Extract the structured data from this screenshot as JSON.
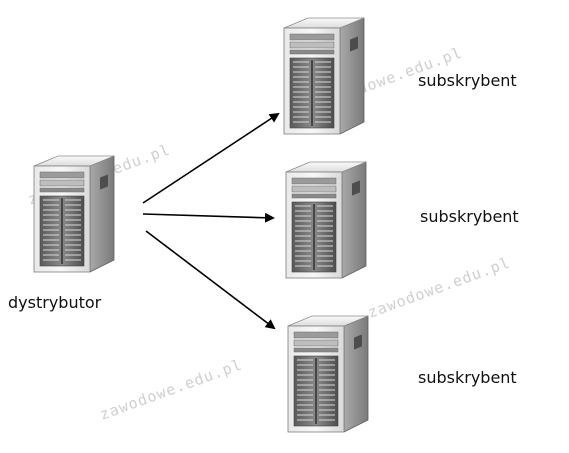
{
  "diagram": {
    "distributor_label": "dystrybutor",
    "subscribers": [
      {
        "label": "subskrybent"
      },
      {
        "label": "subskrybent"
      },
      {
        "label": "subskrybent"
      }
    ],
    "watermark_text": "zawodowe.edu.pl",
    "icons": {
      "distributor": "server-tower-icon",
      "subscriber": "server-tower-icon"
    },
    "colors": {
      "arrow": "#000000",
      "label": "#111111",
      "watermark": "#cfcfcf",
      "server_light": "#f4f4f4",
      "server_mid": "#c8c8c8",
      "server_dark": "#6e6e6e"
    }
  }
}
